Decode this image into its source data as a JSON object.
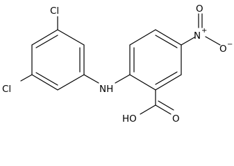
{
  "molecule": {
    "atoms": {
      "cl_top": "Cl",
      "cl_left": "Cl",
      "amine": "NH",
      "nitro_n": "N",
      "nitro_charge_pos": "+",
      "nitro_o_top": "O",
      "nitro_o_right": "O",
      "nitro_charge_neg": "−",
      "hydroxyl": "HO",
      "carbonyl_o": "O"
    }
  }
}
